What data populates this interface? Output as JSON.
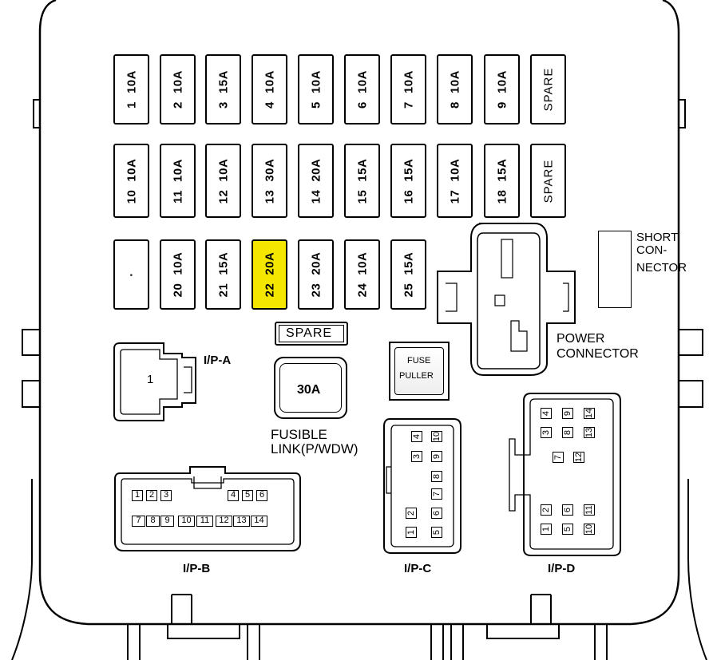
{
  "fuse_rows": [
    [
      {
        "num": "1",
        "amp": "10A"
      },
      {
        "num": "2",
        "amp": "10A"
      },
      {
        "num": "3",
        "amp": "15A"
      },
      {
        "num": "4",
        "amp": "10A"
      },
      {
        "num": "5",
        "amp": "10A"
      },
      {
        "num": "6",
        "amp": "10A"
      },
      {
        "num": "7",
        "amp": "10A"
      },
      {
        "num": "8",
        "amp": "10A"
      },
      {
        "num": "9",
        "amp": "10A"
      },
      {
        "spare": "SPARE"
      }
    ],
    [
      {
        "num": "10",
        "amp": "10A"
      },
      {
        "num": "11",
        "amp": "10A"
      },
      {
        "num": "12",
        "amp": "10A"
      },
      {
        "num": "13",
        "amp": "30A"
      },
      {
        "num": "14",
        "amp": "20A"
      },
      {
        "num": "15",
        "amp": "15A"
      },
      {
        "num": "16",
        "amp": "15A"
      },
      {
        "num": "17",
        "amp": "10A"
      },
      {
        "num": "18",
        "amp": "15A"
      },
      {
        "spare": "SPARE"
      }
    ],
    [
      {
        "dot": "·"
      },
      {
        "num": "20",
        "amp": "10A"
      },
      {
        "num": "21",
        "amp": "15A"
      },
      {
        "num": "22",
        "amp": "20A",
        "highlight": true
      },
      {
        "num": "23",
        "amp": "20A"
      },
      {
        "num": "24",
        "amp": "10A"
      },
      {
        "num": "25",
        "amp": "15A"
      }
    ]
  ],
  "highlight_color": "#f5e600",
  "spare_label": "SPARE",
  "fusible_link": {
    "amp": "30A",
    "label_line1": "FUSIBLE",
    "label_line2": "LINK(P/WDW)"
  },
  "fuse_puller": {
    "line1": "FUSE",
    "line2": "PULLER"
  },
  "short_connector": {
    "line1": "SHORT",
    "line2": "CON-",
    "line3": "NECTOR"
  },
  "power_connector": {
    "line1": "POWER",
    "line2": "CONNECTOR"
  },
  "ipa": {
    "label": "I/P-A",
    "pin": "1"
  },
  "ipb": {
    "label": "I/P-B",
    "row1": [
      "1",
      "2",
      "3",
      "4",
      "5",
      "6"
    ],
    "row2": [
      "7",
      "8",
      "9",
      "10",
      "11",
      "12",
      "13",
      "14"
    ]
  },
  "ipc": {
    "label": "I/P-C",
    "pins": [
      "4",
      "3",
      "10",
      "9",
      "8",
      "7",
      "6",
      "5",
      "2",
      "1"
    ]
  },
  "ipd": {
    "label": "I/P-D",
    "pins": [
      "4",
      "3",
      "9",
      "8",
      "14",
      "13",
      "7",
      "12",
      "2",
      "1",
      "6",
      "5",
      "11",
      "10"
    ]
  }
}
